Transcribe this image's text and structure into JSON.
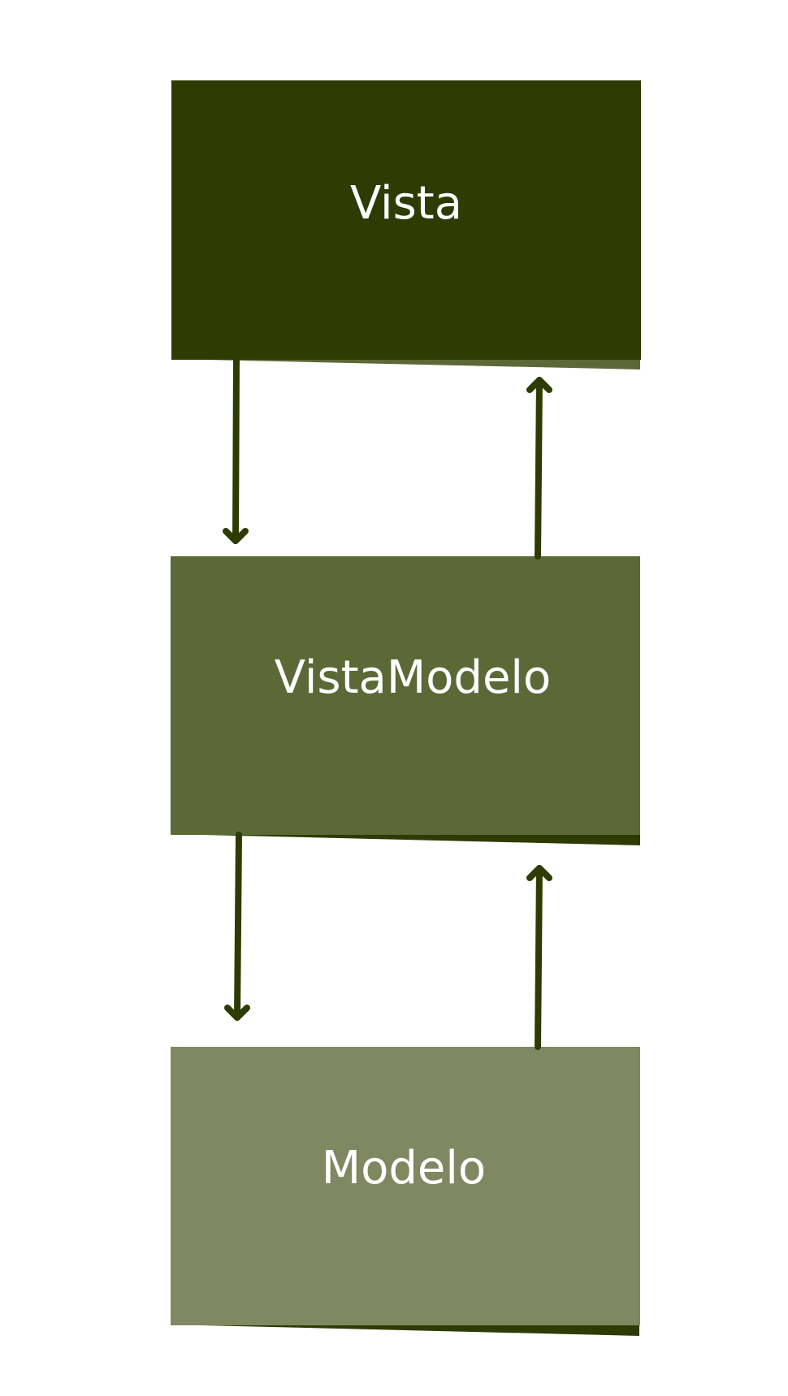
{
  "diagram": {
    "boxes": [
      {
        "id": "vista",
        "label": "Vista",
        "color": "#2e3b03",
        "shadow_color": "#5a6936"
      },
      {
        "id": "vistamodelo",
        "label": "VistaModelo",
        "color": "#5a6936",
        "shadow_color": "#2e3b03"
      },
      {
        "id": "modelo",
        "label": "Modelo",
        "color": "#808862",
        "shadow_color": "#2e3b03"
      }
    ],
    "arrow_color": "#2e3b03",
    "background": "#ffffff"
  }
}
